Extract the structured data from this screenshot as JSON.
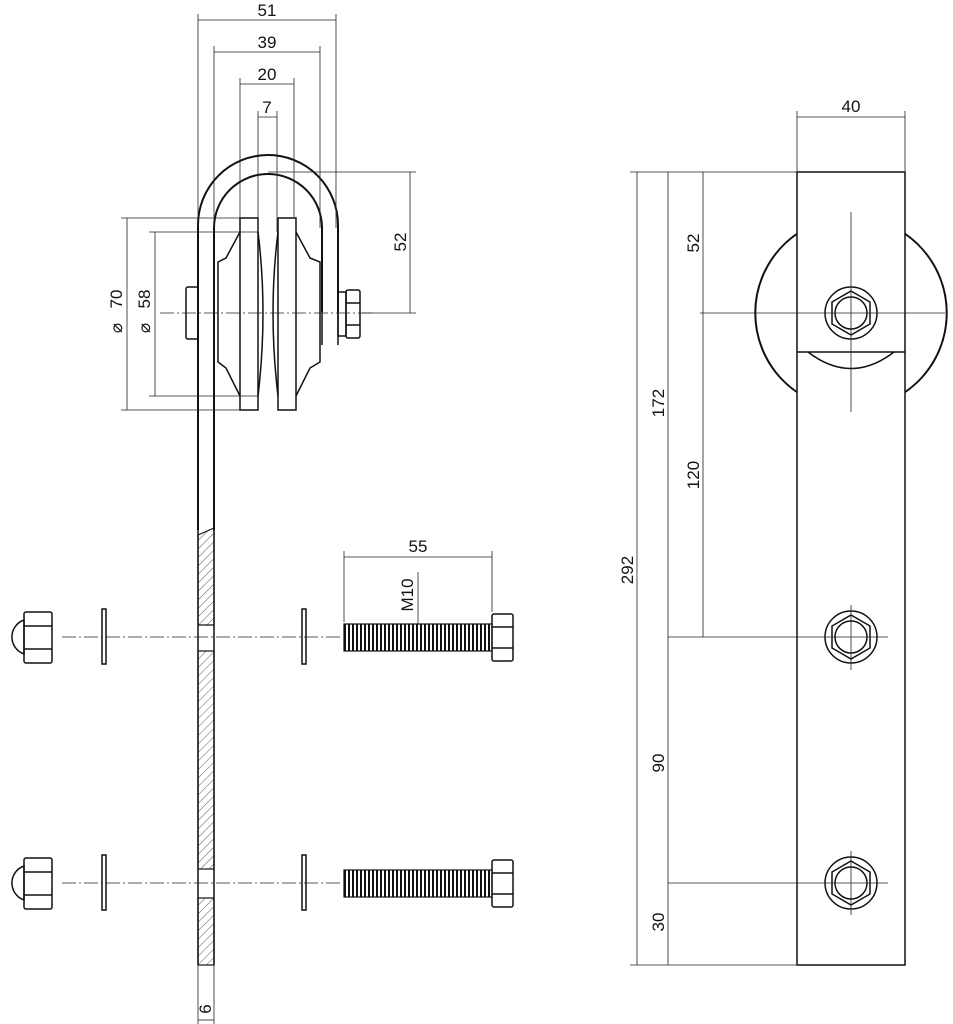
{
  "side_view": {
    "dims": {
      "width_outer": "51",
      "width_hanger": "39",
      "width_wheel": "20",
      "width_groove": "7",
      "height_hanger": "52",
      "diameter_outer": "70",
      "diameter_inner": "58",
      "thickness": "6",
      "bolt_length": "55",
      "bolt_thread": "M10"
    },
    "diameter_symbol": "⌀"
  },
  "front_view": {
    "dims": {
      "width": "40",
      "offset_top": "52",
      "total_height": "292",
      "to_first_hole": "172",
      "wheel_to_hole": "120",
      "hole_spacing": "90",
      "bottom_offset": "30"
    }
  }
}
